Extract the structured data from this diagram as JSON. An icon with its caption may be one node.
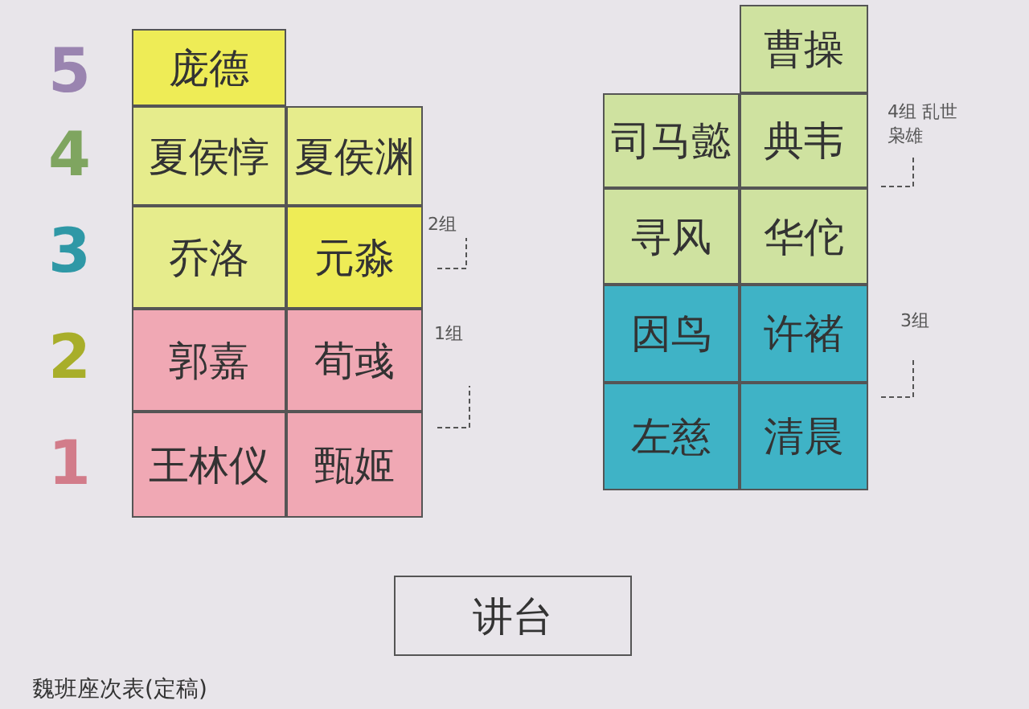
{
  "diagram": {
    "caption": "魏班座次表(定稿)",
    "nodes": [
      {
        "text": [
          "庞德"
        ]
      },
      {
        "text": [
          "夏侯惇"
        ]
      },
      {
        "text": [
          "夏侯渊"
        ]
      },
      {
        "text": [
          "乔洛"
        ]
      },
      {
        "text": [
          "元淼"
        ]
      },
      {
        "text": [
          "郭嘉"
        ]
      },
      {
        "text": [
          "荀彧"
        ]
      },
      {
        "text": [
          "王林仪"
        ]
      },
      {
        "text": [
          "甄姬"
        ]
      },
      {
        "text": [
          "曹操"
        ]
      },
      {
        "text": [
          "司马懿"
        ]
      },
      {
        "text": [
          "典韦"
        ]
      },
      {
        "text": [
          "寻风"
        ]
      },
      {
        "text": [
          "华佗"
        ]
      },
      {
        "text": [
          "因鸟"
        ]
      },
      {
        "text": [
          "许褚"
        ]
      },
      {
        "text": [
          "左慈"
        ]
      },
      {
        "text": [
          "清晨"
        ]
      },
      {
        "text": [
          "讲台"
        ]
      }
    ],
    "edges": [],
    "labels": [
      "5",
      "4",
      "3",
      "2",
      "1",
      "2组",
      "1组",
      "4组 乱世枭雄",
      "3组"
    ]
  }
}
